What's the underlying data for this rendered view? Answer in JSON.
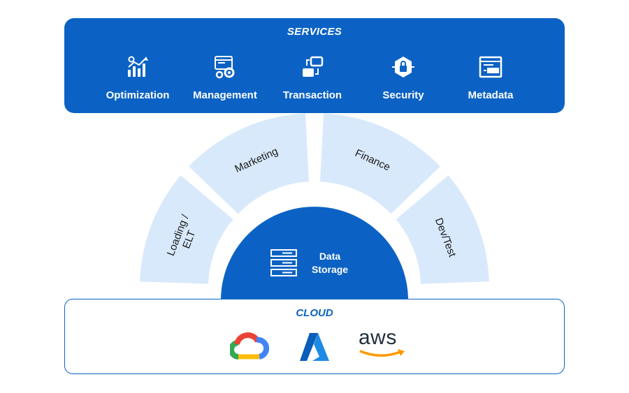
{
  "services": {
    "title": "SERVICES",
    "items": [
      {
        "label": "Optimization",
        "icon": "optimization-chart-icon"
      },
      {
        "label": "Management",
        "icon": "management-gear-icon"
      },
      {
        "label": "Transaction",
        "icon": "transaction-exchange-icon"
      },
      {
        "label": "Security",
        "icon": "security-lock-icon"
      },
      {
        "label": "Metadata",
        "icon": "metadata-code-icon"
      }
    ]
  },
  "segments": [
    "Loading / ELT",
    "Marketing",
    "Finance",
    "Dev/Test"
  ],
  "core": {
    "line1": "Data",
    "line2": "Storage",
    "icon": "server-stack-icon"
  },
  "cloud": {
    "title": "CLOUD",
    "providers": [
      {
        "icon": "google-cloud-logo"
      },
      {
        "icon": "azure-logo"
      },
      {
        "label": "aws",
        "icon": "aws-logo"
      }
    ]
  },
  "colors": {
    "primary": "#0b62c4",
    "segment": "#d8e9fb",
    "text": "#1a1a1a"
  }
}
